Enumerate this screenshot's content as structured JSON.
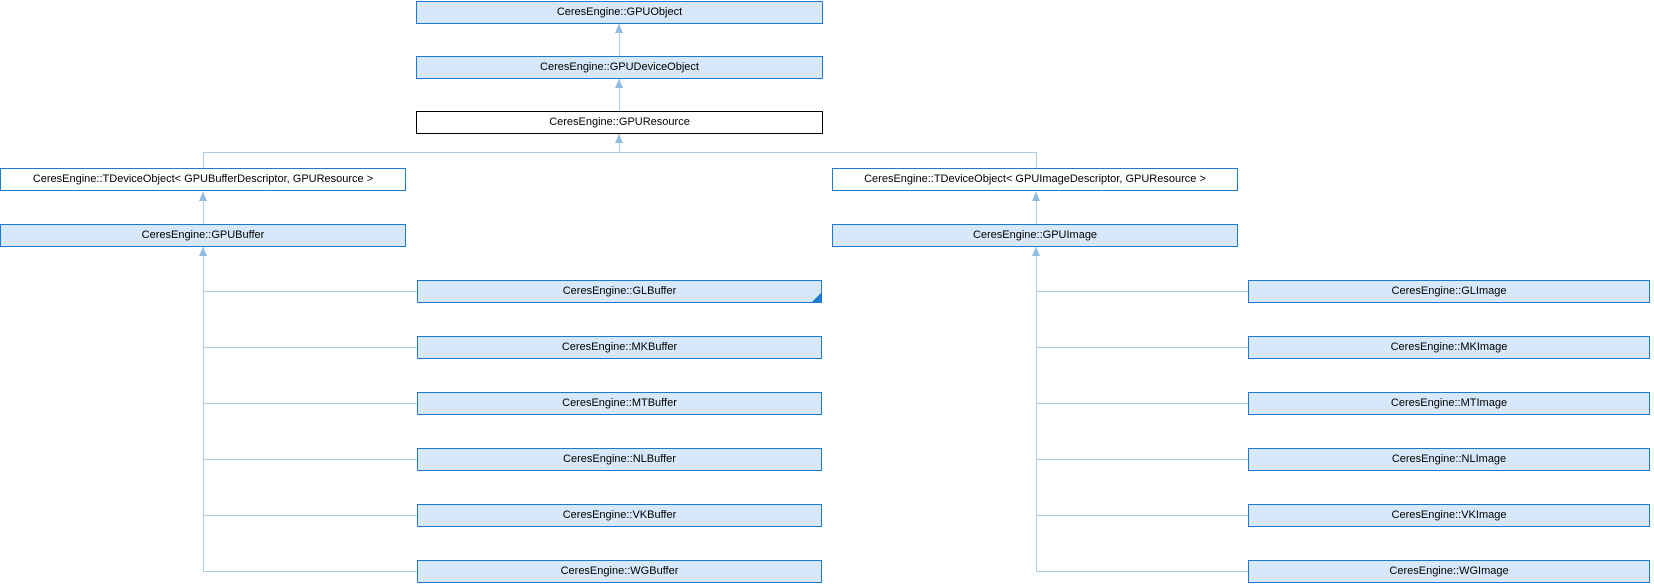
{
  "diagram": {
    "type": "class-inheritance-diagram",
    "root": {
      "label": "CeresEngine::GPUObject"
    },
    "device_object": {
      "label": "CeresEngine::GPUDeviceObject"
    },
    "current_class": {
      "label": "CeresEngine::GPUResource"
    },
    "tdevice_buffer": {
      "label": "CeresEngine::TDeviceObject< GPUBufferDescriptor, GPUResource >"
    },
    "tdevice_image": {
      "label": "CeresEngine::TDeviceObject< GPUImageDescriptor, GPUResource >"
    },
    "gpu_buffer": {
      "label": "CeresEngine::GPUBuffer"
    },
    "gpu_image": {
      "label": "CeresEngine::GPUImage"
    },
    "buffer_children": [
      {
        "label": "CeresEngine::GLBuffer",
        "truncated": true
      },
      {
        "label": "CeresEngine::MKBuffer"
      },
      {
        "label": "CeresEngine::MTBuffer"
      },
      {
        "label": "CeresEngine::NLBuffer"
      },
      {
        "label": "CeresEngine::VKBuffer"
      },
      {
        "label": "CeresEngine::WGBuffer"
      }
    ],
    "image_children": [
      {
        "label": "CeresEngine::GLImage"
      },
      {
        "label": "CeresEngine::MKImage"
      },
      {
        "label": "CeresEngine::MTImage"
      },
      {
        "label": "CeresEngine::NLImage"
      },
      {
        "label": "CeresEngine::VKImage"
      },
      {
        "label": "CeresEngine::WGImage"
      }
    ]
  },
  "colors": {
    "node_fill": "#d6e8f9",
    "node_border": "#1a7ad4",
    "current_node_border": "#000000",
    "edge": "#a9cce7",
    "text": "#000000",
    "background": "#ffffff"
  }
}
